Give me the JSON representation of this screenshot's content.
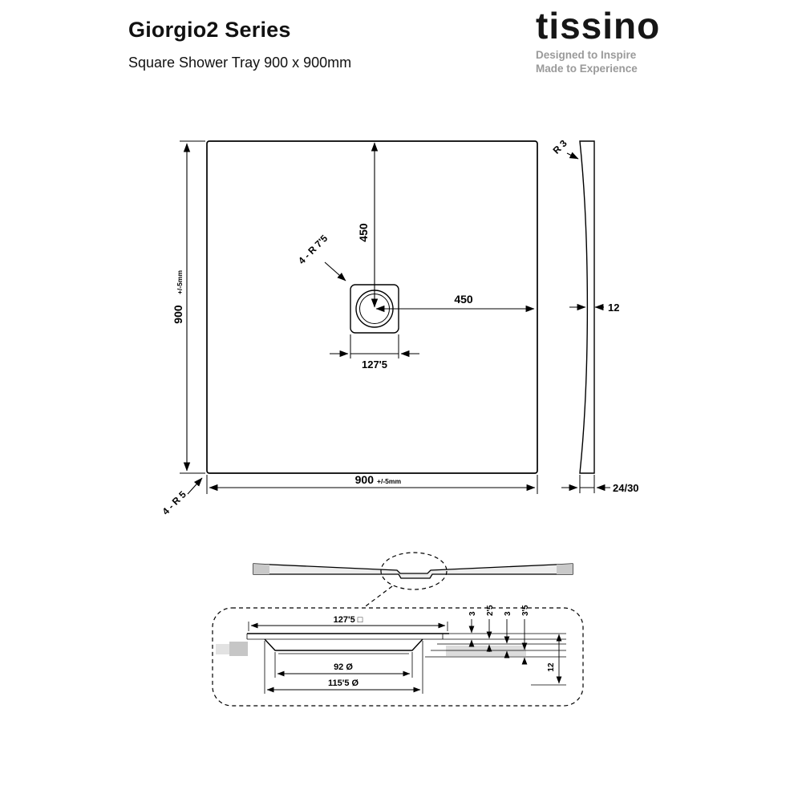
{
  "header": {
    "title": "Giorgio2 Series",
    "subtitle": "Square Shower Tray 900 x 900mm"
  },
  "brand": {
    "logo": "tissino",
    "tagline1": "Designed to Inspire",
    "tagline2": "Made to Experience"
  },
  "plan": {
    "height": "900",
    "height_tol": "+/-5mm",
    "width": "900",
    "width_tol": "+/-5mm",
    "drain_to_top": "450",
    "drain_to_right": "450",
    "drain_width": "127'5",
    "drain_corners": "4 - R 7'5",
    "tray_corners": "4 - R 5"
  },
  "side": {
    "top_radius": "R 3",
    "mid_thickness": "12",
    "edge_thickness": "24/30"
  },
  "detail": {
    "square": "127'5 □",
    "inner_dia": "92 Ø",
    "outer_dia": "115'5 Ø",
    "step1": "3",
    "step2": "2'5",
    "step3": "3",
    "step4": "3'5",
    "depth": "12"
  },
  "colors": {
    "line": "#000000",
    "gray_text": "#9a9a9a",
    "shade_dark": "#c9c9c9",
    "shade_light": "#ededed"
  }
}
